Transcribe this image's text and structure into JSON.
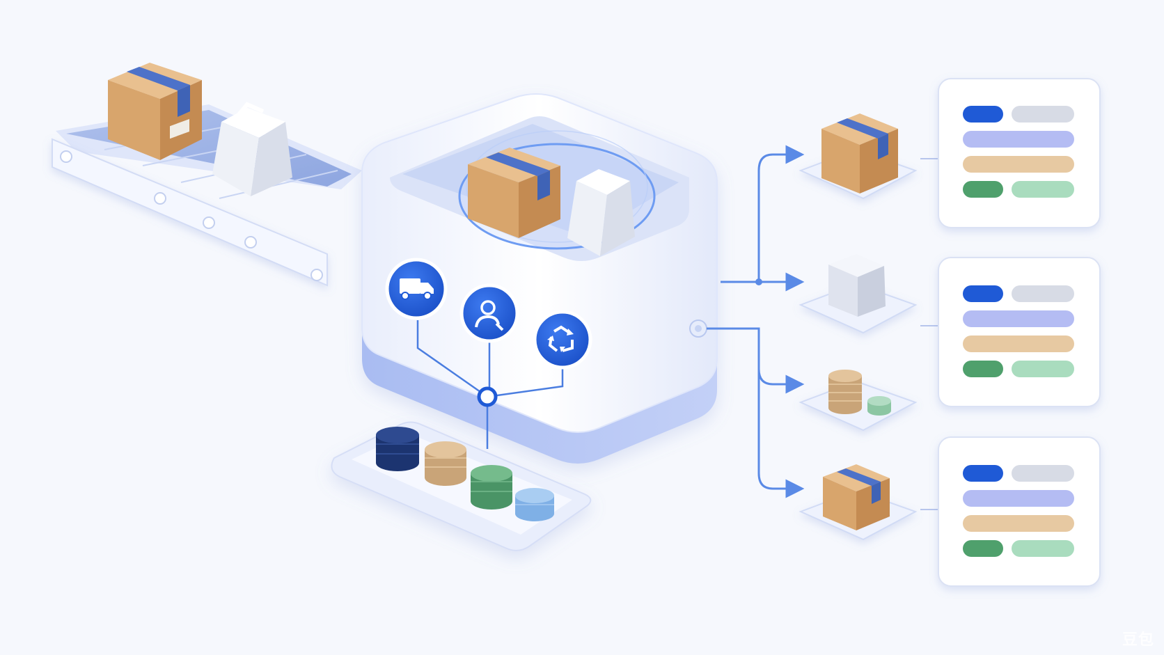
{
  "colors": {
    "background": "#f6f8fd",
    "primary_blue": "#1f5ad6",
    "connector_blue": "#5a8ae6",
    "cardboard": "#d9a871",
    "tape_blue": "#4d72c9",
    "bar_dark_blue": "#1f5ad6",
    "bar_grey": "#d7dbe5",
    "bar_lavender": "#b4bcf3",
    "bar_tan": "#e7c9a2",
    "bar_green": "#4fa06c",
    "bar_mint": "#a9dcbe"
  },
  "icons": {
    "machine": [
      "delivery-truck-icon",
      "user-search-icon",
      "recycle-icon"
    ],
    "outputs": [
      "cardboard-box-icon",
      "paper-package-icon",
      "coin-stack-icon",
      "cardboard-box-icon"
    ]
  },
  "detail_cards": [
    {
      "rows": [
        [
          "dark-blue",
          "grey"
        ],
        [
          "lavender"
        ],
        [
          "tan"
        ],
        [
          "green",
          "mint"
        ]
      ]
    },
    {
      "rows": [
        [
          "dark-blue",
          "grey"
        ],
        [
          "lavender"
        ],
        [
          "tan"
        ],
        [
          "green",
          "mint"
        ]
      ]
    },
    {
      "rows": [
        [
          "dark-blue",
          "grey"
        ],
        [
          "lavender"
        ],
        [
          "tan"
        ],
        [
          "green",
          "mint"
        ]
      ]
    }
  ],
  "coin_tray": [
    "navy",
    "tan",
    "green",
    "light-blue"
  ],
  "watermark": "豆包"
}
